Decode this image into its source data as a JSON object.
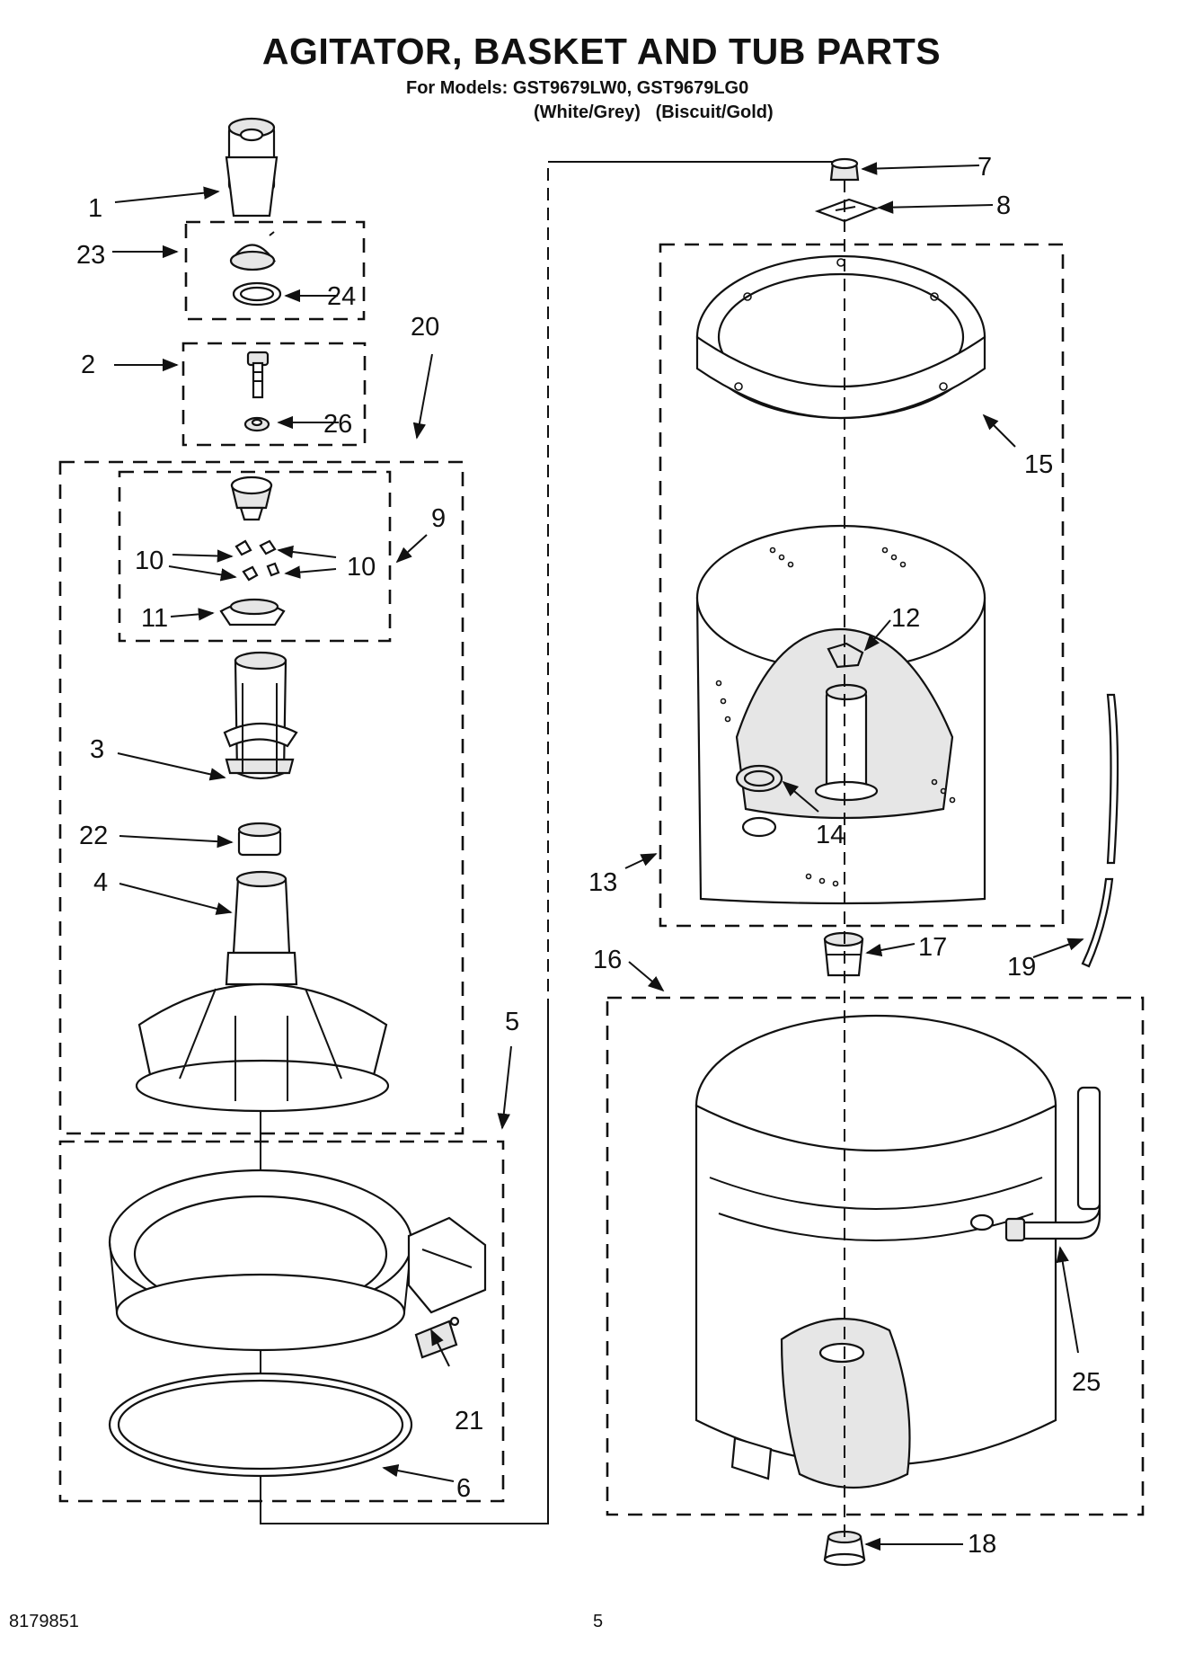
{
  "header": {
    "title": "AGITATOR, BASKET AND TUB PARTS",
    "models_line": "For Models: GST9679LW0, GST9679LG0",
    "colors_line": "(White/Grey)   (Biscuit/Gold)"
  },
  "footer": {
    "doc_number": "8179851",
    "page_number": "5"
  },
  "callouts": [
    "1",
    "2",
    "3",
    "4",
    "5",
    "6",
    "7",
    "8",
    "9",
    "10",
    "10",
    "11",
    "12",
    "13",
    "14",
    "15",
    "16",
    "17",
    "18",
    "19",
    "20",
    "21",
    "22",
    "23",
    "24",
    "25",
    "26"
  ]
}
